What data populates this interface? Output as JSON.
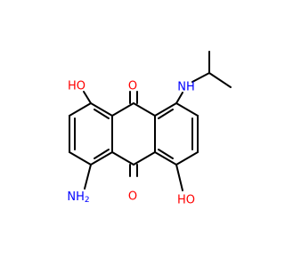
{
  "colors": {
    "background": "#ffffff",
    "bond": "#000000",
    "oxygen": "#ff0000",
    "nitrogen": "#0000ff"
  },
  "atoms": {
    "oh_top": "HO",
    "oxygen_top": "O",
    "nh_top": "NH",
    "nh2": "NH",
    "nh2_sub": "2",
    "oxygen_bottom": "O",
    "oh_bottom": "HO"
  }
}
